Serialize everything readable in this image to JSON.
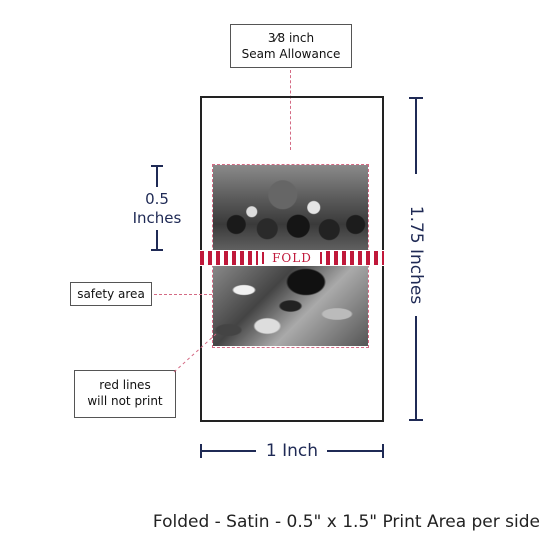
{
  "seam_callout": {
    "fraction": "3⁄8 inch",
    "line2": "Seam Allowance"
  },
  "safety_callout": {
    "label": "safety area"
  },
  "redlines_callout": {
    "line1": "red lines",
    "line2": "will not print"
  },
  "fold_label": "FOLD",
  "height_dim": {
    "value": "0.5",
    "unit": "Inches"
  },
  "total_height_dim": {
    "label": "1.75 Inches"
  },
  "width_dim": {
    "label": "1 Inch"
  },
  "caption": "Folded - Satin - 0.5\" x 1.5\" Print Area per side",
  "colors": {
    "navy": "#1f2a55",
    "fold_red": "#c0183a",
    "dash_pink": "#d46a84"
  }
}
